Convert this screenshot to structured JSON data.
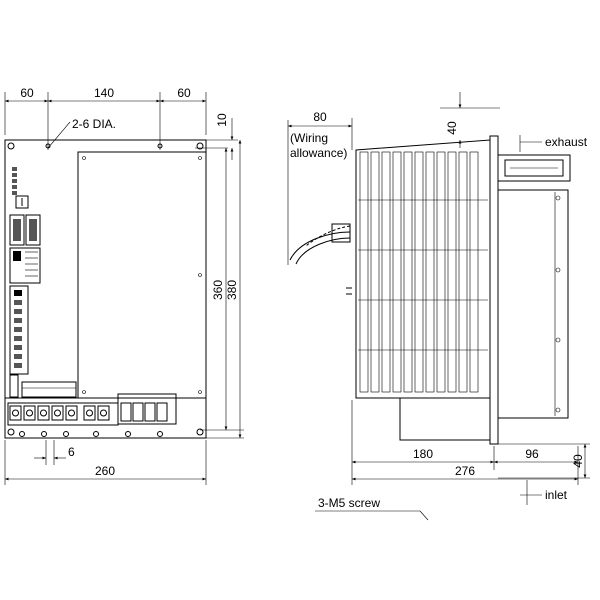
{
  "front_view": {
    "dim_top_left": "60",
    "dim_top_mid": "140",
    "dim_top_right": "60",
    "dim_right_top": "10",
    "dim_height_inner": "360",
    "dim_height_outer": "380",
    "dim_bottom_small": "6",
    "dim_width": "260",
    "hole_label": "2-6 DIA."
  },
  "side_view": {
    "dim_wiring": "80",
    "wiring_label_1": "(Wiring",
    "wiring_label_2": "allowance)",
    "dim_top_clearance": "40",
    "exhaust_label": "exhaust",
    "dim_depth_front": "180",
    "dim_depth_back": "96",
    "dim_depth_total": "276",
    "dim_bottom_clearance": "40",
    "inlet_label": "inlet",
    "screw_label": "3-M5 screw"
  }
}
